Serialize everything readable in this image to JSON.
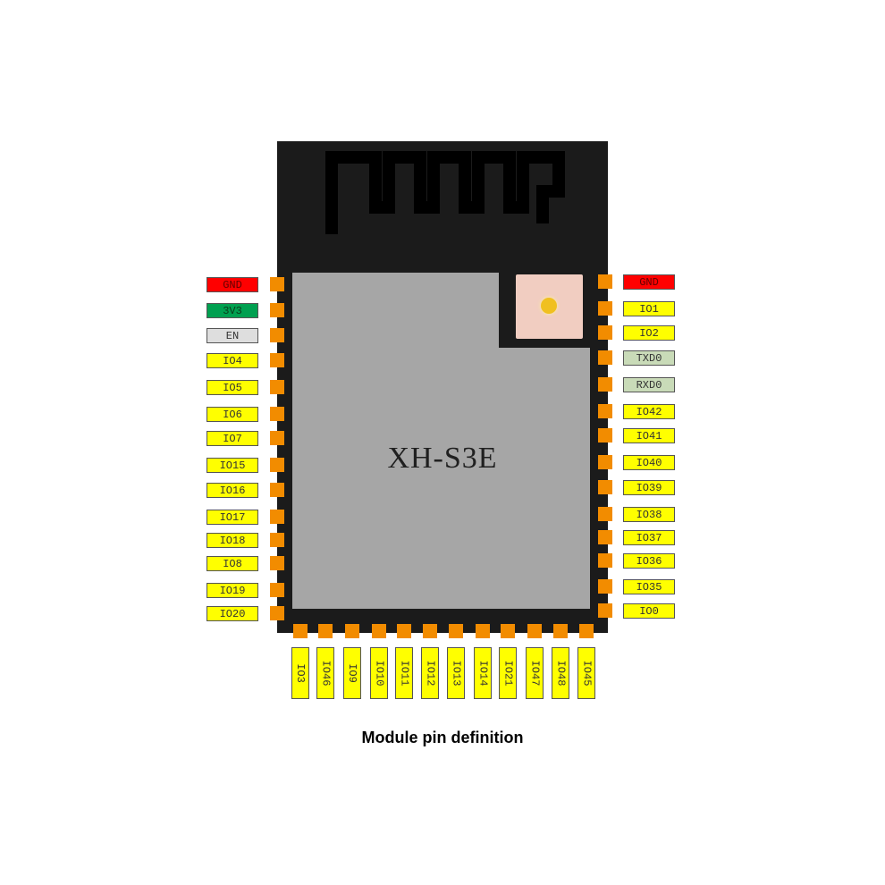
{
  "module": {
    "name": "XH-S3E",
    "caption": "Module pin definition"
  },
  "pins": {
    "left": [
      {
        "label": "GND",
        "kind": "gnd"
      },
      {
        "label": "3V3",
        "kind": "pwr"
      },
      {
        "label": "EN",
        "kind": "en"
      },
      {
        "label": "IO4",
        "kind": "io"
      },
      {
        "label": "IO5",
        "kind": "io"
      },
      {
        "label": "IO6",
        "kind": "io"
      },
      {
        "label": "IO7",
        "kind": "io"
      },
      {
        "label": "IO15",
        "kind": "io"
      },
      {
        "label": "IO16",
        "kind": "io"
      },
      {
        "label": "IO17",
        "kind": "io"
      },
      {
        "label": "IO18",
        "kind": "io"
      },
      {
        "label": "IO8",
        "kind": "io"
      },
      {
        "label": "IO19",
        "kind": "io"
      },
      {
        "label": "IO20",
        "kind": "io"
      }
    ],
    "right": [
      {
        "label": "GND",
        "kind": "gnd"
      },
      {
        "label": "IO1",
        "kind": "io"
      },
      {
        "label": "IO2",
        "kind": "io"
      },
      {
        "label": "TXD0",
        "kind": "uart"
      },
      {
        "label": "RXD0",
        "kind": "uart"
      },
      {
        "label": "IO42",
        "kind": "io"
      },
      {
        "label": "IO41",
        "kind": "io"
      },
      {
        "label": "IO40",
        "kind": "io"
      },
      {
        "label": "IO39",
        "kind": "io"
      },
      {
        "label": "IO38",
        "kind": "io"
      },
      {
        "label": "IO37",
        "kind": "io"
      },
      {
        "label": "IO36",
        "kind": "io"
      },
      {
        "label": "IO35",
        "kind": "io"
      },
      {
        "label": "IO0",
        "kind": "io"
      }
    ],
    "bottom": [
      {
        "label": "IO3",
        "kind": "io"
      },
      {
        "label": "IO46",
        "kind": "io"
      },
      {
        "label": "IO9",
        "kind": "io"
      },
      {
        "label": "IO10",
        "kind": "io"
      },
      {
        "label": "IO11",
        "kind": "io"
      },
      {
        "label": "IO12",
        "kind": "io"
      },
      {
        "label": "IO13",
        "kind": "io"
      },
      {
        "label": "IO14",
        "kind": "io"
      },
      {
        "label": "IO21",
        "kind": "io"
      },
      {
        "label": "IO47",
        "kind": "io"
      },
      {
        "label": "IO48",
        "kind": "io"
      },
      {
        "label": "IO45",
        "kind": "io"
      }
    ]
  },
  "colors": {
    "io": "#ffff00",
    "gnd": "#ff0000",
    "pwr": "#00a050",
    "en": "#dedede",
    "uart": "#c9dbb8",
    "pad": "#f28c00",
    "module_body": "#1b1b1b",
    "shield": "#a6a6a6"
  }
}
